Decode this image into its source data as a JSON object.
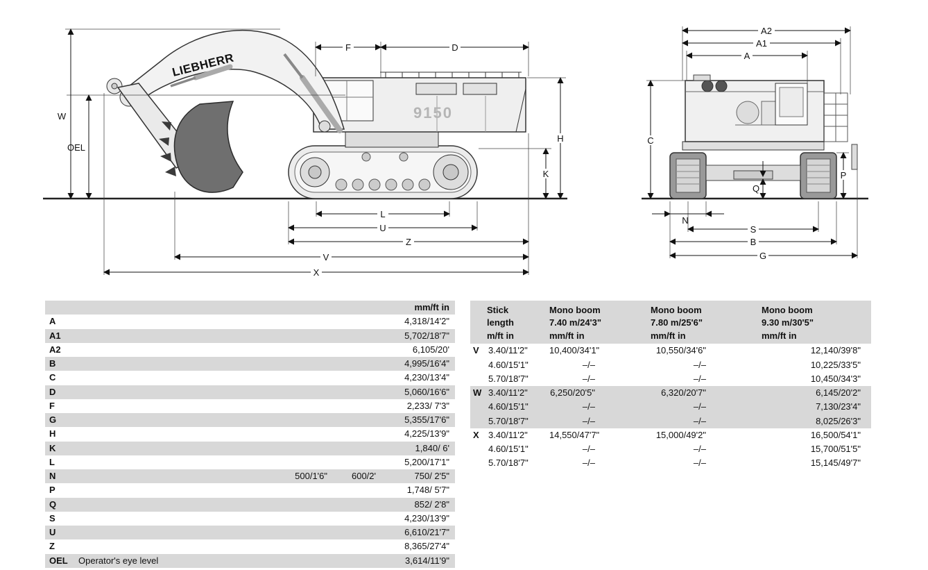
{
  "diagram": {
    "brand": "LIEBHERR",
    "model": "9150",
    "side_labels": {
      "w": "W",
      "oel": "OEL",
      "f": "F",
      "d": "D",
      "h": "H",
      "k": "K",
      "l": "L",
      "u": "U",
      "z": "Z",
      "v": "V",
      "x": "X"
    },
    "rear_labels": {
      "a2": "A2",
      "a1": "A1",
      "a": "A",
      "c": "C",
      "p": "P",
      "q": "Q",
      "n": "N",
      "s": "S",
      "b": "B",
      "g": "G"
    }
  },
  "colors": {
    "row_shading": "#d8d8d8",
    "bucket_fill": "#6f6f6f",
    "line": "#111111"
  },
  "dimensions_table": {
    "unit_header": "mm/ft in",
    "rows": [
      {
        "label": "A",
        "desc": "",
        "v1": "",
        "v2": "",
        "value": "4,318/14'2\""
      },
      {
        "label": "A1",
        "desc": "",
        "v1": "",
        "v2": "",
        "value": "5,702/18'7\""
      },
      {
        "label": "A2",
        "desc": "",
        "v1": "",
        "v2": "",
        "value": "6,105/20'"
      },
      {
        "label": "B",
        "desc": "",
        "v1": "",
        "v2": "",
        "value": "4,995/16'4\""
      },
      {
        "label": "C",
        "desc": "",
        "v1": "",
        "v2": "",
        "value": "4,230/13'4\""
      },
      {
        "label": "D",
        "desc": "",
        "v1": "",
        "v2": "",
        "value": "5,060/16'6\""
      },
      {
        "label": "F",
        "desc": "",
        "v1": "",
        "v2": "",
        "value": "2,233/ 7'3\""
      },
      {
        "label": "G",
        "desc": "",
        "v1": "",
        "v2": "",
        "value": "5,355/17'6\""
      },
      {
        "label": "H",
        "desc": "",
        "v1": "",
        "v2": "",
        "value": "4,225/13'9\""
      },
      {
        "label": "K",
        "desc": "",
        "v1": "",
        "v2": "",
        "value": "1,840/ 6'"
      },
      {
        "label": "L",
        "desc": "",
        "v1": "",
        "v2": "",
        "value": "5,200/17'1\""
      },
      {
        "label": "N",
        "desc": "",
        "v1": "500/1'6\"",
        "v2": "600/2'",
        "value": "750/ 2'5\""
      },
      {
        "label": "P",
        "desc": "",
        "v1": "",
        "v2": "",
        "value": "1,748/ 5'7\""
      },
      {
        "label": "Q",
        "desc": "",
        "v1": "",
        "v2": "",
        "value": "852/ 2'8\""
      },
      {
        "label": "S",
        "desc": "",
        "v1": "",
        "v2": "",
        "value": "4,230/13'9\""
      },
      {
        "label": "U",
        "desc": "",
        "v1": "",
        "v2": "",
        "value": "6,610/21'7\""
      },
      {
        "label": "Z",
        "desc": "",
        "v1": "",
        "v2": "",
        "value": "8,365/27'4\""
      },
      {
        "label": "OEL",
        "desc": "Operator's eye level",
        "v1": "",
        "v2": "",
        "value": "3,614/11'9\""
      }
    ]
  },
  "stick_table": {
    "headers": [
      {
        "line1": "Stick",
        "line2": "length",
        "line3": "m/ft in"
      },
      {
        "line1": "Mono boom",
        "line2": "7.40 m/24'3\"",
        "line3": "mm/ft in"
      },
      {
        "line1": "Mono boom",
        "line2": "7.80 m/25'6\"",
        "line3": "mm/ft in"
      },
      {
        "line1": "Mono boom",
        "line2": "9.30 m/30'5\"",
        "line3": "mm/ft in"
      }
    ],
    "groups": [
      {
        "label": "V",
        "shaded": false,
        "rows": [
          [
            "3.40/11'2\"",
            "10,400/34'1\"",
            "10,550/34'6\"",
            "12,140/39'8\""
          ],
          [
            "4.60/15'1\"",
            "–/–",
            "–/–",
            "10,225/33'5\""
          ],
          [
            "5.70/18'7\"",
            "–/–",
            "–/–",
            "10,450/34'3\""
          ]
        ]
      },
      {
        "label": "W",
        "shaded": true,
        "rows": [
          [
            "3.40/11'2\"",
            "6,250/20'5\"",
            "6,320/20'7\"",
            "6,145/20'2\""
          ],
          [
            "4.60/15'1\"",
            "–/–",
            "–/–",
            "7,130/23'4\""
          ],
          [
            "5.70/18'7\"",
            "–/–",
            "–/–",
            "8,025/26'3\""
          ]
        ]
      },
      {
        "label": "X",
        "shaded": false,
        "rows": [
          [
            "3.40/11'2\"",
            "14,550/47'7\"",
            "15,000/49'2\"",
            "16,500/54'1\""
          ],
          [
            "4.60/15'1\"",
            "–/–",
            "–/–",
            "15,700/51'5\""
          ],
          [
            "5.70/18'7\"",
            "–/–",
            "–/–",
            "15,145/49'7\""
          ]
        ]
      }
    ]
  }
}
